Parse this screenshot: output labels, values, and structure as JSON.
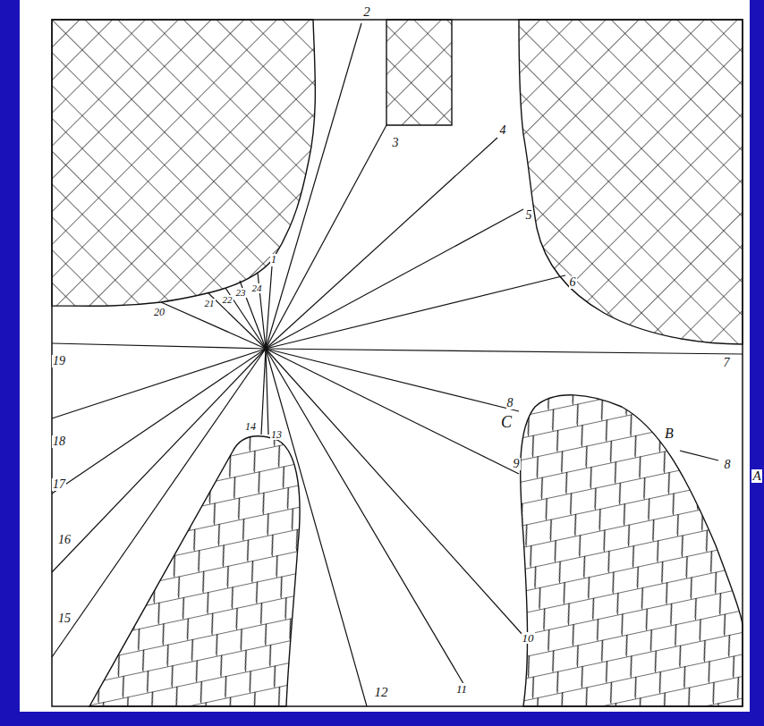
{
  "diagram": {
    "labels": [
      "1",
      "2",
      "3",
      "4",
      "5",
      "6",
      "7",
      "8",
      "9",
      "10",
      "11",
      "12",
      "13",
      "14",
      "15",
      "16",
      "17",
      "18",
      "19",
      "20",
      "21",
      "22",
      "23",
      "24",
      "A",
      "B",
      "C",
      "8"
    ]
  }
}
